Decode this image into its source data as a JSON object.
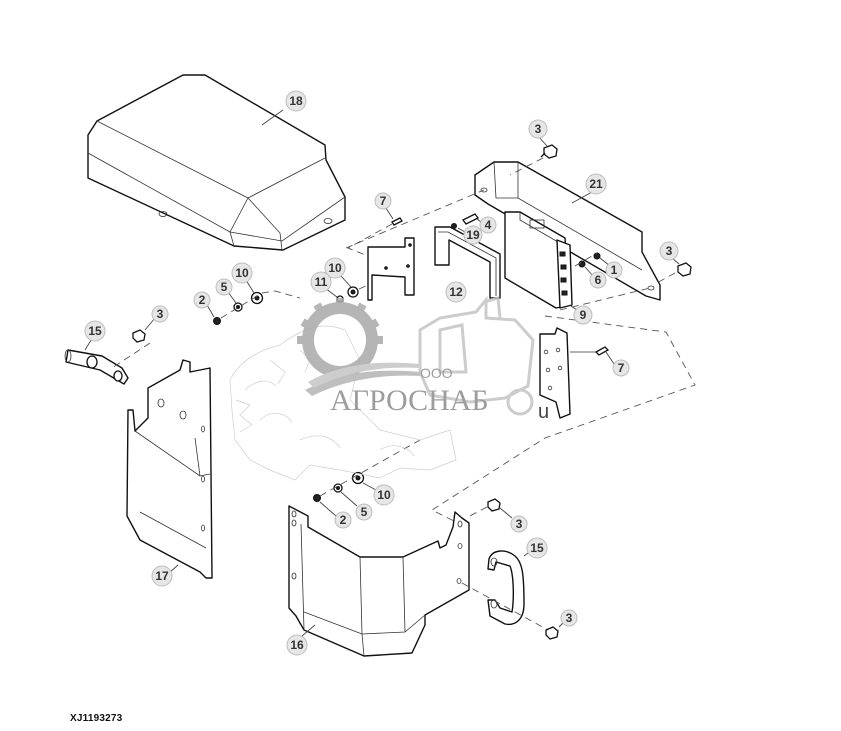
{
  "figure": {
    "id_label": "XJ1193273",
    "background": "#ffffff",
    "line_color": "#111111",
    "callout_fill": "#e6e6e6"
  },
  "watermark": {
    "prefix": "ООО",
    "name": "АГРОСНАБ",
    "suffix": "u",
    "gear_color": "#a9a9a9"
  },
  "callouts": [
    {
      "ref": "18",
      "label": "18",
      "part": "top-cover"
    },
    {
      "ref": "3a",
      "label": "3",
      "part": "bolt"
    },
    {
      "ref": "21",
      "label": "21",
      "part": "mounting-bracket"
    },
    {
      "ref": "7a",
      "label": "7",
      "part": "pin"
    },
    {
      "ref": "4",
      "label": "4",
      "part": "screw"
    },
    {
      "ref": "19",
      "label": "19",
      "part": "washer"
    },
    {
      "ref": "3b",
      "label": "3",
      "part": "bolt"
    },
    {
      "ref": "1",
      "label": "1",
      "part": "nut"
    },
    {
      "ref": "6",
      "label": "6",
      "part": "washer"
    },
    {
      "ref": "10a",
      "label": "10",
      "part": "grommet"
    },
    {
      "ref": "10b",
      "label": "10",
      "part": "grommet"
    },
    {
      "ref": "11",
      "label": "11",
      "part": "nut"
    },
    {
      "ref": "12",
      "label": "12",
      "part": "gasket-frame"
    },
    {
      "ref": "5a",
      "label": "5",
      "part": "washer"
    },
    {
      "ref": "2a",
      "label": "2",
      "part": "nut"
    },
    {
      "ref": "9",
      "label": "9",
      "part": "controller-module"
    },
    {
      "ref": "3c",
      "label": "3",
      "part": "bolt"
    },
    {
      "ref": "15a",
      "label": "15",
      "part": "handle"
    },
    {
      "ref": "7b",
      "label": "7",
      "part": "pin"
    },
    {
      "ref": "17",
      "label": "17",
      "part": "left-shield"
    },
    {
      "ref": "10c",
      "label": "10",
      "part": "grommet"
    },
    {
      "ref": "5b",
      "label": "5",
      "part": "washer"
    },
    {
      "ref": "2b",
      "label": "2",
      "part": "nut"
    },
    {
      "ref": "3d",
      "label": "3",
      "part": "bolt"
    },
    {
      "ref": "15b",
      "label": "15",
      "part": "handle"
    },
    {
      "ref": "3e",
      "label": "3",
      "part": "bolt"
    },
    {
      "ref": "16",
      "label": "16",
      "part": "front-shield"
    }
  ]
}
